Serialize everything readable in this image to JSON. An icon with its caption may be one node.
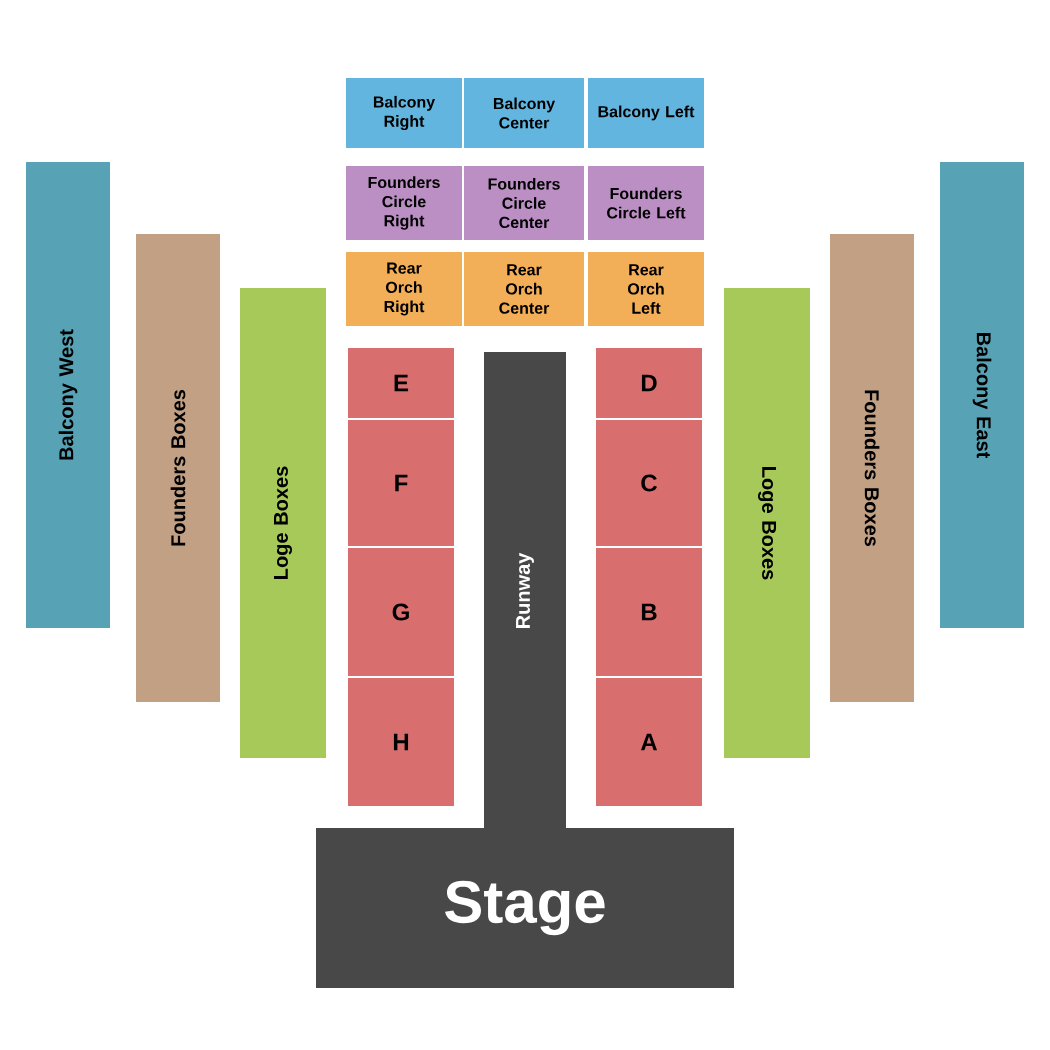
{
  "diagram": {
    "nodes": [
      {
        "text": [
          "Balcony Right"
        ]
      },
      {
        "text": [
          "Balcony Center"
        ]
      },
      {
        "text": [
          "Balcony Left"
        ]
      },
      {
        "text": [
          "Founders Circle Right"
        ]
      },
      {
        "text": [
          "Founders Circle Center"
        ]
      },
      {
        "text": [
          "Founders Circle Left"
        ]
      },
      {
        "text": [
          "Rear Orch Right"
        ]
      },
      {
        "text": [
          "Rear Orch Center"
        ]
      },
      {
        "text": [
          "Rear Orch Left"
        ]
      },
      {
        "text": [
          "E"
        ]
      },
      {
        "text": [
          "F"
        ]
      },
      {
        "text": [
          "G"
        ]
      },
      {
        "text": [
          "H"
        ]
      },
      {
        "text": [
          "D"
        ]
      },
      {
        "text": [
          "C"
        ]
      },
      {
        "text": [
          "B"
        ]
      },
      {
        "text": [
          "A"
        ]
      },
      {
        "text": [
          "Runway"
        ]
      },
      {
        "text": [
          "Stage"
        ]
      },
      {
        "text": [
          "Balcony West"
        ]
      },
      {
        "text": [
          "Founders Boxes"
        ]
      },
      {
        "text": [
          "Loge Boxes"
        ]
      },
      {
        "text": [
          "Loge Boxes"
        ]
      },
      {
        "text": [
          "Founders Boxes"
        ]
      },
      {
        "text": [
          "Balcony East"
        ]
      }
    ]
  }
}
